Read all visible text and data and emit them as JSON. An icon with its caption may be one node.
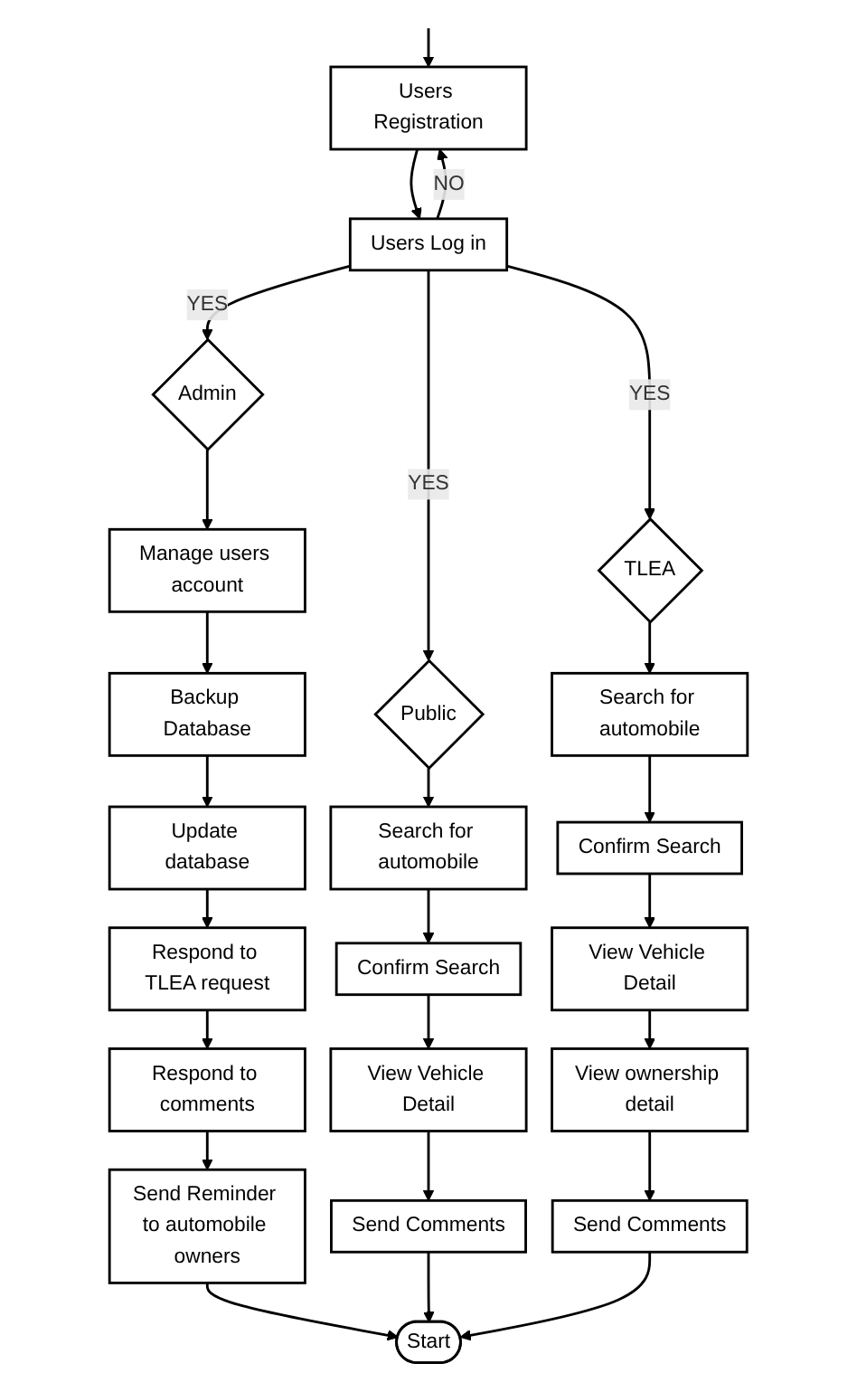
{
  "diagram": {
    "nodes": [
      {
        "text": [
          "Users Registration"
        ]
      },
      {
        "text": [
          "Users Log in"
        ]
      },
      {
        "text": [
          "Admin"
        ]
      },
      {
        "text": [
          "Public"
        ]
      },
      {
        "text": [
          "TLEA"
        ]
      },
      {
        "text": [
          "Manage users account"
        ]
      },
      {
        "text": [
          "Backup Database"
        ]
      },
      {
        "text": [
          "Update database"
        ]
      },
      {
        "text": [
          "Respond to TLEA request"
        ]
      },
      {
        "text": [
          "Respond to comments"
        ]
      },
      {
        "text": [
          "Send Reminder to automobile owners"
        ]
      },
      {
        "text": [
          "Search for automobile"
        ]
      },
      {
        "text": [
          "Confirm Search"
        ]
      },
      {
        "text": [
          "View Vehicle Detail"
        ]
      },
      {
        "text": [
          "Send Comments"
        ]
      },
      {
        "text": [
          "Search for automobile"
        ]
      },
      {
        "text": [
          "Confirm Search"
        ]
      },
      {
        "text": [
          "View Vehicle Detail"
        ]
      },
      {
        "text": [
          "View ownership detail"
        ]
      },
      {
        "text": [
          "Send Comments"
        ]
      },
      {
        "text": [
          "Start"
        ]
      }
    ],
    "edges": [
      {
        "from": null,
        "to": 0,
        "arrow": "to"
      },
      {
        "from": 0,
        "to": 1,
        "arrow": "to"
      },
      {
        "from": 1,
        "to": 0,
        "label": "NO",
        "arrow": "to"
      },
      {
        "from": 1,
        "to": 2,
        "label": "YES",
        "arrow": "to"
      },
      {
        "from": 1,
        "to": 3,
        "label": "YES",
        "arrow": "to"
      },
      {
        "from": 1,
        "to": 4,
        "label": "YES",
        "arrow": "to"
      },
      {
        "from": 2,
        "to": 5,
        "arrow": "to"
      },
      {
        "from": 5,
        "to": 6,
        "arrow": "to"
      },
      {
        "from": 6,
        "to": 7,
        "arrow": "to"
      },
      {
        "from": 7,
        "to": 8,
        "arrow": "to"
      },
      {
        "from": 8,
        "to": 9,
        "arrow": "to"
      },
      {
        "from": 9,
        "to": 10,
        "arrow": "to"
      },
      {
        "from": 3,
        "to": 11,
        "arrow": "to"
      },
      {
        "from": 11,
        "to": 12,
        "arrow": "to"
      },
      {
        "from": 12,
        "to": 13,
        "arrow": "to"
      },
      {
        "from": 13,
        "to": 14,
        "arrow": "to"
      },
      {
        "from": 4,
        "to": 15,
        "arrow": "to"
      },
      {
        "from": 15,
        "to": 16,
        "arrow": "to"
      },
      {
        "from": 16,
        "to": 17,
        "arrow": "to"
      },
      {
        "from": 17,
        "to": 18,
        "arrow": "to"
      },
      {
        "from": 18,
        "to": 19,
        "arrow": "to"
      },
      {
        "from": 10,
        "to": 20,
        "arrow": "to"
      },
      {
        "from": 14,
        "to": 20,
        "arrow": "to"
      },
      {
        "from": 19,
        "to": 20,
        "arrow": "to"
      }
    ]
  }
}
